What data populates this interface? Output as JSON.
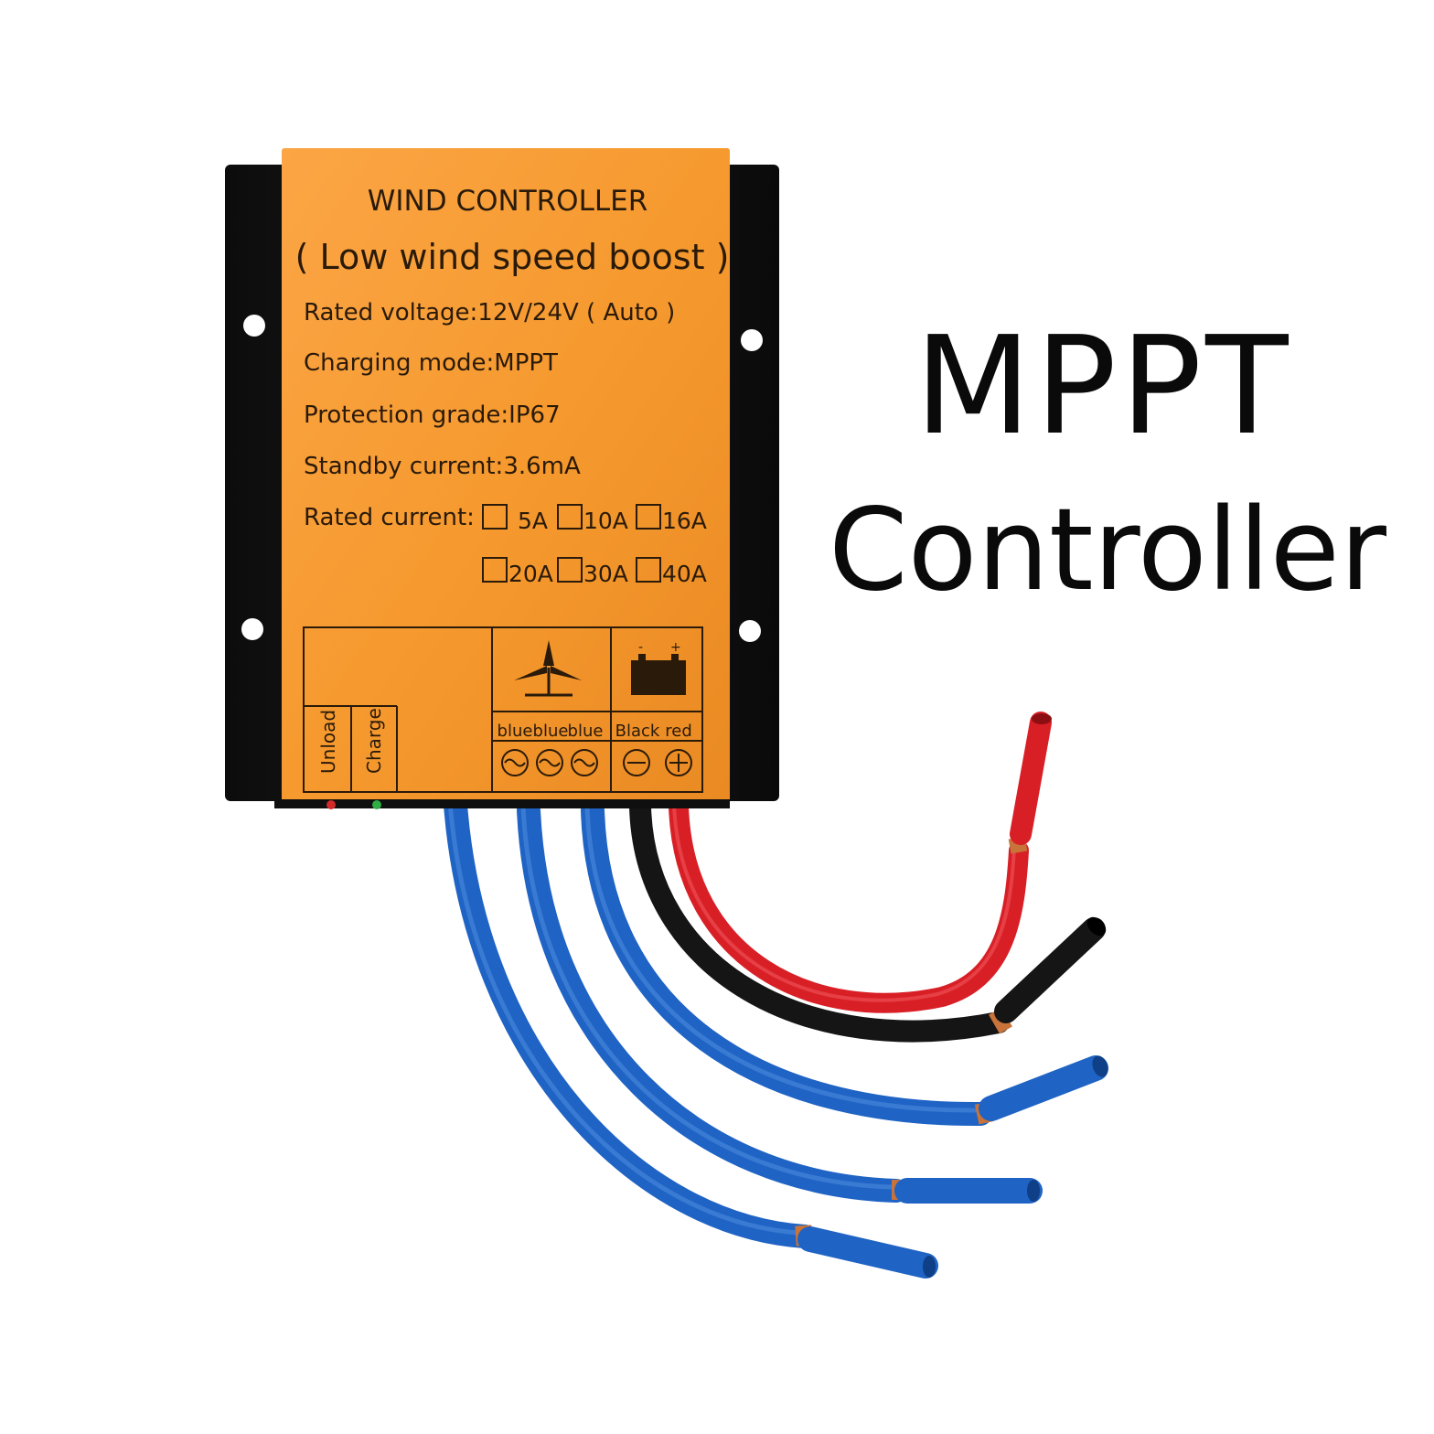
{
  "caption": {
    "line1": "MPPT",
    "line2": "Controller"
  },
  "label": {
    "title": "WIND CONTROLLER",
    "subtitle": "( Low wind speed boost )",
    "rated_voltage": "Rated voltage:12V/24V ( Auto )",
    "charging_mode": "Charging mode:MPPT",
    "protection_grade": "Protection grade:IP67",
    "standby_current": "Standby current:3.6mA",
    "rated_current_label": "Rated current:",
    "current_options": [
      "5A",
      "10A",
      "16A",
      "20A",
      "30A",
      "40A"
    ],
    "indicators": [
      "Unload",
      "Charge"
    ],
    "wind_terminals": [
      "blue",
      "blue",
      "blue"
    ],
    "battery_terminals": [
      "Black",
      "red"
    ]
  },
  "colors": {
    "label_orange": "#f79a2e",
    "housing_black": "#141414",
    "wire_blue": "#1f63c4",
    "wire_red": "#d81f26",
    "wire_black": "#151515",
    "copper": "#c7733a"
  }
}
